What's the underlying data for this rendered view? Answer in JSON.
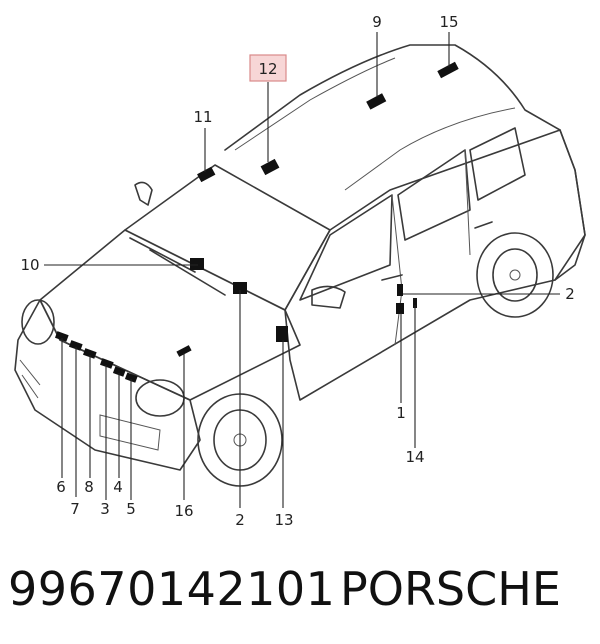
{
  "callouts": {
    "c1": "1",
    "c2a": "2",
    "c2b": "2",
    "c3": "3",
    "c4": "4",
    "c5": "5",
    "c6": "6",
    "c7": "7",
    "c8": "8",
    "c9": "9",
    "c10": "10",
    "c11": "11",
    "c12": "12",
    "c13": "13",
    "c14": "14",
    "c15": "15",
    "c16": "16"
  },
  "colors": {
    "highlight_box_fill": "#f7d6d6",
    "highlight_box_stroke": "#d98a8a",
    "line": "#222222"
  },
  "footer": {
    "part_number": "99670142101",
    "brand": "PORSCHE"
  }
}
